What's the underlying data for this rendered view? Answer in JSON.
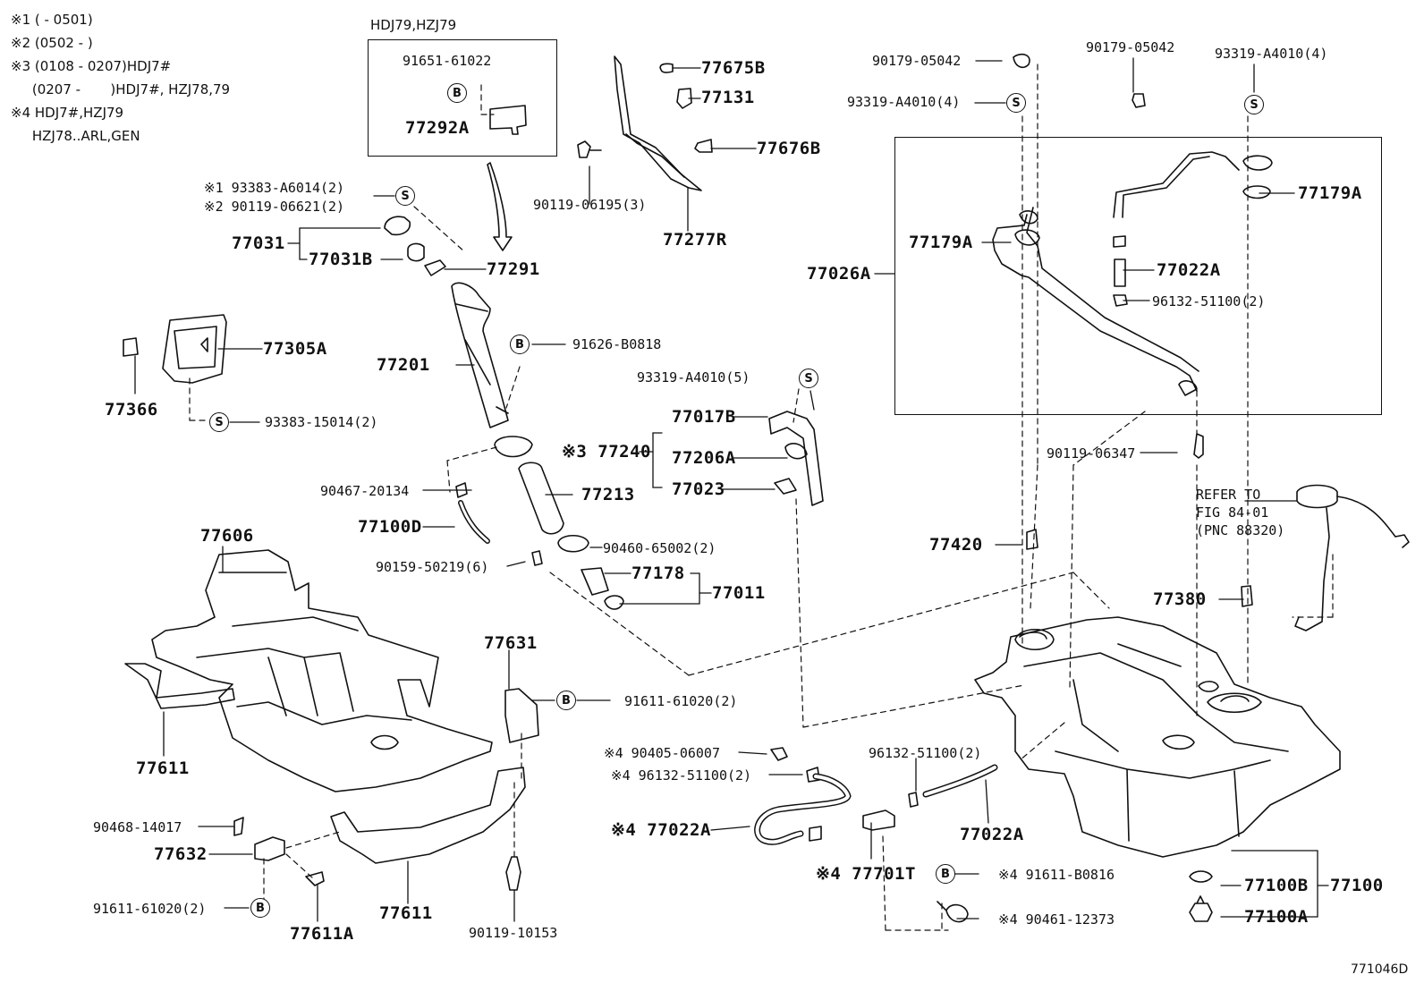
{
  "notes": [
    "※1 (      - 0501)",
    "※2 (0502 -       )",
    "※3 (0108 - 0207)HDJ7#",
    "     (0207 -       )HDJ7#, HZJ78,79",
    "※4 HDJ7#,HZJ79",
    "     HZJ78..ARL,GEN"
  ],
  "inset_title": "HDJ79,HZJ79",
  "labels": {
    "p91651_61022": "91651-61022",
    "p77292A": "77292A",
    "p77675B": "77675B",
    "p77131": "77131",
    "p77676B": "77676B",
    "p90119_06195": "90119-06195(3)",
    "p77277R": "77277R",
    "p93383_A6014": "※1 93383-A6014(2)",
    "p90119_06621": "※2 90119-06621(2)",
    "p77031": "77031",
    "p77031B": "77031B",
    "p77291": "77291",
    "p77305A": "77305A",
    "p77366": "77366",
    "p93383_15014": "93383-15014(2)",
    "p77201": "77201",
    "p91626_B0818": "91626-B0818",
    "p93319_A4010_5": "93319-A4010(5)",
    "p77017B": "77017B",
    "p77240": "※3 77240",
    "p77206A": "77206A",
    "p77023": "77023",
    "p90467_20134": "90467-20134",
    "p77213": "77213",
    "p77100D": "77100D",
    "p90460_65002": "90460-65002(2)",
    "p90159_50219": "90159-50219(6)",
    "p77178": "77178",
    "p77011": "77011",
    "p77606": "77606",
    "p77611_top": "77611",
    "p77631": "77631",
    "p91611_61020_mid": "91611-61020(2)",
    "p90468_14017": "90468-14017",
    "p77632": "77632",
    "p91611_61020_bot": "91611-61020(2)",
    "p77611A": "77611A",
    "p77611_bot": "77611",
    "p90119_10153": "90119-10153",
    "p90405_06007": "※4 90405-06007",
    "p96132_51100_left": "※4 96132-51100(2)",
    "p77022A_left": "※4 77022A",
    "p77701T": "※4 77701T",
    "p96132_51100_mid": "96132-51100(2)",
    "p77022A_mid": "77022A",
    "p91611_B0816": "※4 91611-B0816",
    "p90461_12373": "※4 90461-12373",
    "p90179_05042_a": "90179-05042",
    "p90179_05042_b": "90179-05042",
    "p93319_A4010_4a": "93319-A4010(4)",
    "p93319_A4010_4b": "93319-A4010(4)",
    "p77179A_left": "77179A",
    "p77179A_right": "77179A",
    "p77026A": "77026A",
    "p77022A_box": "77022A",
    "p96132_51100_box": "96132-51100(2)",
    "p90119_06347": "90119-06347",
    "refer": "REFER TO\nFIG 84-01\n(PNC 88320)",
    "p77420": "77420",
    "p77380": "77380",
    "p77100B": "77100B",
    "p77100": "77100",
    "p77100A": "77100A",
    "figure_id": "771046D"
  },
  "badges": {
    "s": "S",
    "b": "B"
  }
}
